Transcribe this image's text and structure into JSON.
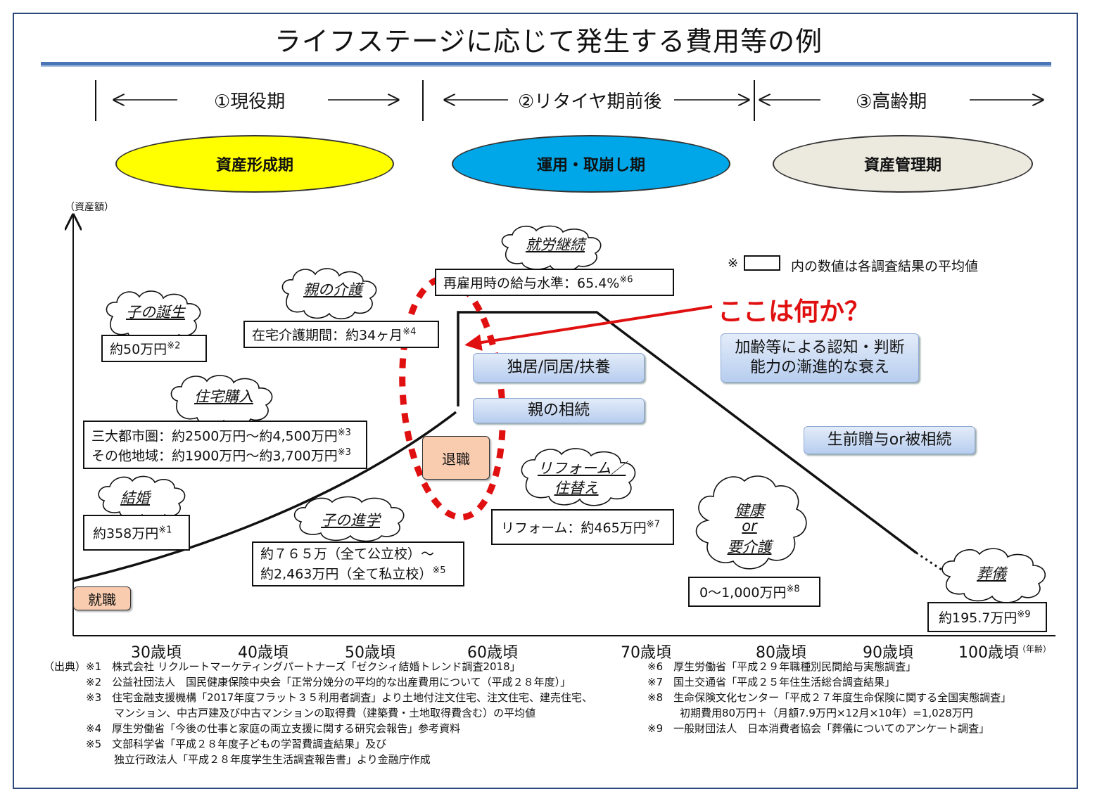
{
  "title": "ライフステージに応じて発生する費用等の例",
  "phases": [
    "①現役期",
    "②リタイヤ期前後",
    "③高齢期"
  ],
  "ovals": [
    {
      "label": "資産形成期",
      "color": "#ffff00"
    },
    {
      "label": "運用・取崩し期",
      "color": "#00a7e8"
    },
    {
      "label": "資産管理期",
      "color": "#ece9df"
    }
  ],
  "y_axis_label": "（資産額）",
  "x_axis_unit": "（年齢）",
  "ages": [
    "30歳頃",
    "40歳頃",
    "50歳頃",
    "60歳頃",
    "70歳頃",
    "80歳頃",
    "90歳頃",
    "100歳頃"
  ],
  "events": {
    "birth": {
      "label": "子の誕生",
      "value": "約50万円",
      "note": "※2"
    },
    "care": {
      "label": "親の介護",
      "value": "在宅介護期間：約34ヶ月",
      "note": "※4"
    },
    "work": {
      "label": "就労継続",
      "value": "再雇用時の給与水準：65.4%",
      "note": "※6"
    },
    "house": {
      "label": "住宅購入",
      "line1": "三大都市圏：約2500万円～約4,500万円",
      "note1": "※3",
      "line2": "その他地域：約1900万円～約3,700万円",
      "note2": "※3"
    },
    "marriage": {
      "label": "結婚",
      "value": "約358万円",
      "note": "※1"
    },
    "education": {
      "label": "子の進学",
      "line1": "約７６５万（全て公立校）～",
      "line2": "約2,463万円（全て私立校）",
      "note": "※5"
    },
    "reform": {
      "label1": "リフォーム／",
      "label2": "住替え",
      "value": "リフォーム：約465万円",
      "note": "※7"
    },
    "health": {
      "label1": "健康",
      "label2": "or",
      "label3": "要介護",
      "value": "0～1,000万円",
      "note": "※8"
    },
    "funeral": {
      "label": "葬儀",
      "value": "約195.7万円",
      "note": "※9"
    }
  },
  "legend": {
    "mark": "※",
    "text": "内の数値は各調査結果の平均値"
  },
  "question": "ここは何か？",
  "blue_boxes": {
    "living": "独居/同居/扶養",
    "inherit": "親の相続",
    "decline_line1": "加齢等による認知・判断",
    "decline_line2": "能力の漸進的な衰え",
    "gift": "生前贈与or被相続"
  },
  "tags": {
    "job": "就職",
    "retire": "退職"
  },
  "sources": {
    "lead": "（出典）",
    "left": [
      "※1　株式会社 リクルートマーケティングパートナーズ「ゼクシィ結婚トレンド調査2018」",
      "※2　公益社団法人　国民健康保険中央会「正常分娩分の平均的な出産費用について（平成２８年度）」",
      "※3　住宅金融支援機構「2017年度フラット３５利用者調査」より土地付注文住宅、注文住宅、建売住宅、",
      "マンション、中古戸建及び中古マンションの取得費（建築費・土地取得費含む）の平均値",
      "※4　厚生労働省「今後の仕事と家庭の両立支援に関する研究会報告」参考資料",
      "※5　文部科学省「平成２８年度子どもの学習費調査結果」及び",
      "独立行政法人「平成２８年度学生生活調査報告書」より金融庁作成"
    ],
    "right": [
      "※6　厚生労働省「平成２９年職種別民間給与実態調査」",
      "※7　国土交通省「平成２５年住生活総合調査結果」",
      "※8　生命保険文化センター「平成２７年度生命保険に関する全国実態調査」",
      "初期費用80万円＋（月額7.9万円×12月×10年）=1,028万円",
      "※9　一般財団法人　日本消費者協会「葬儀についてのアンケート調査」"
    ]
  }
}
